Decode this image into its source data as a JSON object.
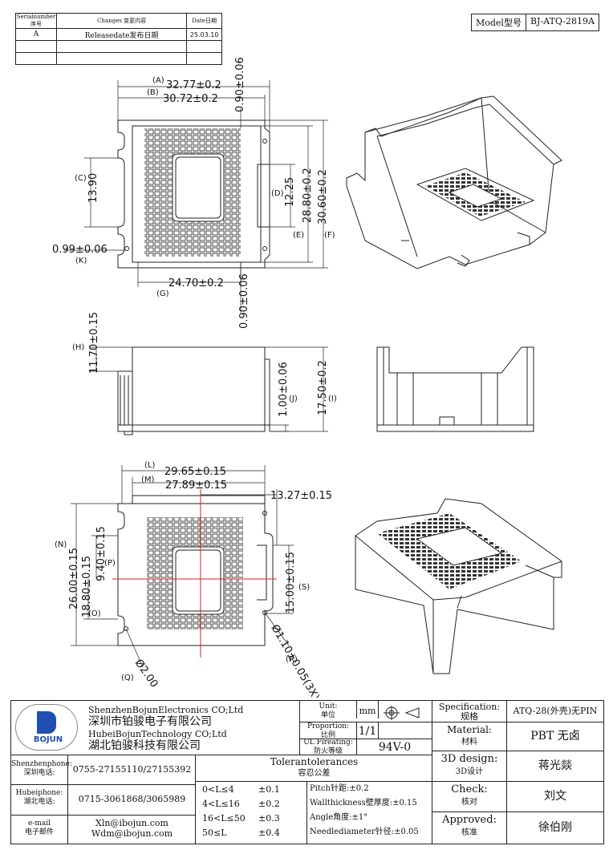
{
  "revision_table": {
    "headers": [
      "Serialnumber序号",
      "Changes 变更内容",
      "Date日期"
    ],
    "rows": [
      [
        "A",
        "Releasedate发布日期",
        "25.03.10"
      ],
      [
        "",
        "",
        ""
      ],
      [
        "",
        "",
        ""
      ]
    ]
  },
  "model": {
    "label": "Model型号",
    "value": "BJ-ATQ-2819A"
  },
  "dims_top": {
    "A": "(A)",
    "A_val": "32.77±0.2",
    "B": "(B)",
    "B_val": "30.72±0.2",
    "top_gap": "0.90±0.06",
    "C": "(C)",
    "C_val": "13.90",
    "D": "(D)",
    "D_val": "12.25",
    "E": "(E)",
    "E_val": "28.80±0.2",
    "F": "(F)",
    "F_val": "30.60±0.2",
    "K": "(K)",
    "K_val": "0.99±0.06",
    "G": "(G)",
    "G_val": "24.70±0.2",
    "bottom_gap": "0.90±0.06"
  },
  "dims_side": {
    "H": "(H)",
    "H_val": "11.70±0.15",
    "J": "(J)",
    "J_val": "1.00±0.06",
    "I": "(I)",
    "I_val": "17.50±0.2"
  },
  "dims_bottom": {
    "L": "(L)",
    "L_val": "29.65±0.15",
    "M": "(M)",
    "M_val": "27.89±0.15",
    "right_val": "13.27±0.15",
    "N": "(N)",
    "N_val": "26.00±0.15",
    "P": "(P)",
    "P_val": "9.40±0.15",
    "O": "(O)",
    "O_val": "18.80±0.15",
    "S": "(S)",
    "S_val": "15.00±0.15",
    "R": "(R)",
    "R_val": "Ø1.10±0.05(3X)",
    "Q": "(Q)",
    "Q_val": "Ø2.00"
  },
  "title_block": {
    "company_en_1": "ShenzhenBojunElectronics CO;Ltd",
    "company_cn_1": "深圳市铂骏电子有限公司",
    "company_en_2": "HubeiBojunTechnology CO;Ltd",
    "company_cn_2": "湖北铂骏科技有限公司",
    "logo_text": "BOJUN",
    "unit_label": "Unit:",
    "unit_label_cn": "单位",
    "unit_value": "mm",
    "proportion_label": "Proportion:",
    "proportion_label_cn": "比例",
    "proportion_value": "1/1",
    "ul_label": "UL Fireating:",
    "ul_label_cn": "防火等级",
    "ul_value": "94V-0",
    "spec_label": "Specification:",
    "spec_label_cn": "规格",
    "spec_value": "ATQ-28(外壳)无PIN",
    "material_label": "Material:",
    "material_label_cn": "材料",
    "material_value": "PBT 无卤",
    "design_label": "3D design:",
    "design_label_cn": "3D设计",
    "design_value": "蒋光燚",
    "check_label": "Check:",
    "check_label_cn": "核对",
    "check_value": "刘文",
    "approved_label": "Approved:",
    "approved_label_cn": "核准",
    "approved_value": "徐伯刚",
    "sz_phone_label": "Shenzhenphone:",
    "sz_phone_label_cn": "深圳电话:",
    "sz_phone_value": "0755-27155110/27155392",
    "hb_phone_label": "Hubeiphone:",
    "hb_phone_label_cn": "湖北电话:",
    "hb_phone_value": "0715-3061868/3065989",
    "email_label": "e-mail",
    "email_label_cn": "电子邮件",
    "email_1": "Xln@ibojun.com",
    "email_2": "Wdm@ibojun.com",
    "tol_title": "Tolerantolerances",
    "tol_title_cn": "容忍公差",
    "tolerances": [
      {
        "range": "0<L≤4",
        "tol": "±0.1"
      },
      {
        "range": "4<L≤16",
        "tol": "±0.2"
      },
      {
        "range": "16<L≤50",
        "tol": "±0.3"
      },
      {
        "range": "50≤L",
        "tol": "±0.4"
      }
    ],
    "pitch": "Pitch针距:±0.2",
    "wall": "Wallthickness壁厚度:±0.15",
    "angle": "Angle角度:±1°",
    "needle": "Needlediameter针径:±0.05"
  }
}
